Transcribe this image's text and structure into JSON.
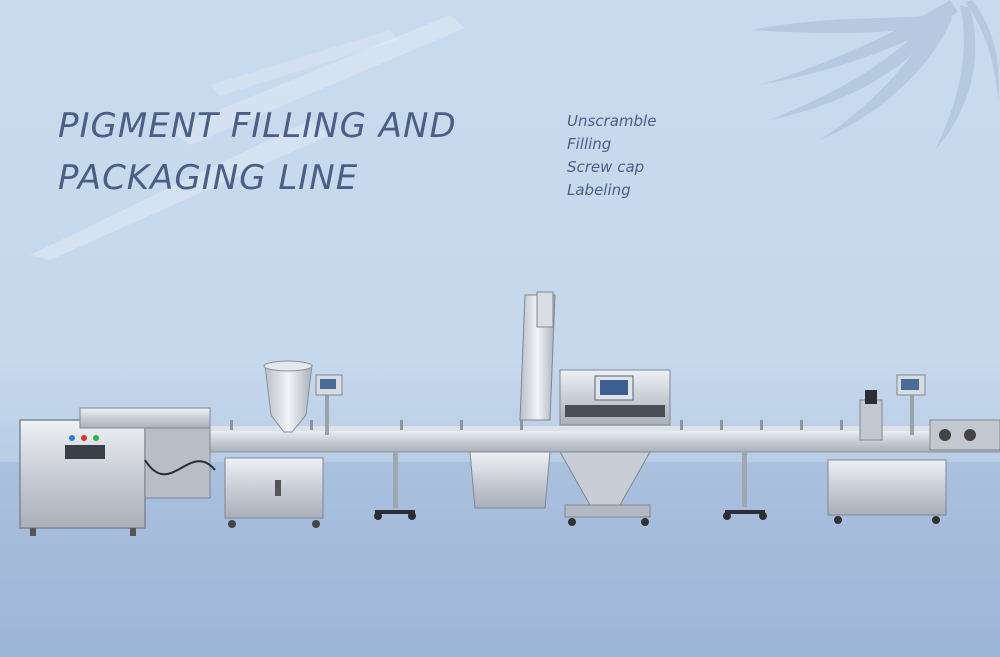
{
  "banner": {
    "title_line1": "PIGMENT FILLING AND",
    "title_line2": "PACKAGING LINE",
    "features": [
      "Unscramble",
      "Filling",
      "Screw cap",
      "Labeling"
    ]
  },
  "icons": {
    "leaf": "palm-leaf-shadow-icon",
    "light": "light-streak-decoration"
  }
}
